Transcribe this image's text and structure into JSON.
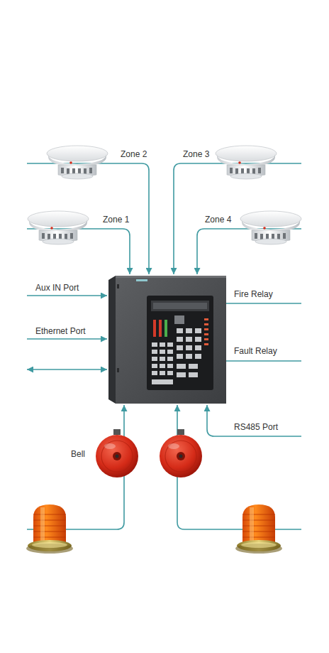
{
  "diagram": {
    "labels": [
      "Zone 2",
      "Zone 3",
      "Zone 1",
      "Zone 4",
      "Aux IN Port",
      "Fire Relay",
      "Ethernet Port",
      "Fault Relay",
      "RS485 Port",
      "Bell"
    ]
  }
}
